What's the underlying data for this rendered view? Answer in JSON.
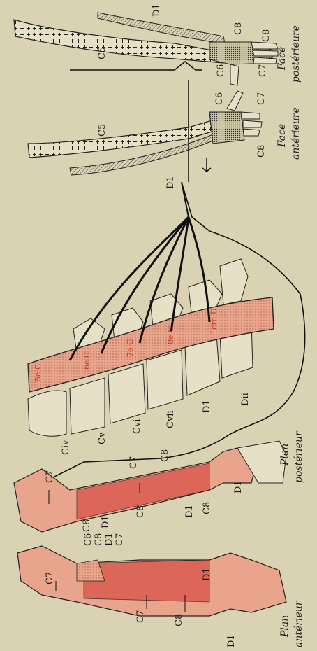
{
  "colors": {
    "paper": "#d9d3b3",
    "ink": "#1a1a1a",
    "muscle_red": "#d9574a",
    "skin_pink": "#e9a48c",
    "cord_red": "#c73a2a"
  },
  "captions": {
    "face_posterieure": [
      "Face",
      "postérieure"
    ],
    "face_anterieure": [
      "Face",
      "antérieure"
    ],
    "plan_posterieur": [
      "Plan",
      "postérieur"
    ],
    "plan_anterieur": [
      "Plan",
      "antérieur"
    ]
  },
  "hand_labels": {
    "post": [
      "D1",
      "C8",
      "C5",
      "C6",
      "C8",
      "C7"
    ],
    "ant": [
      "C6",
      "C7",
      "C5",
      "C8",
      "D1"
    ]
  },
  "vertebra_labels": [
    "Civ",
    "Cv",
    "Cvi",
    "Cvii",
    "D1",
    "Dii"
  ],
  "cord_segment_labels": [
    "5e C",
    "6e C",
    "7e C",
    "8e C",
    "1ere D"
  ],
  "arm_post_labels": [
    "C7",
    "C7",
    "C8",
    "C8",
    "D1",
    "C8",
    "D1",
    "C8",
    "D1"
  ],
  "arm_ant_labels": [
    "C6",
    "C8",
    "D1",
    "C7",
    "C7",
    "C7",
    "C8",
    "D1",
    "D1"
  ]
}
